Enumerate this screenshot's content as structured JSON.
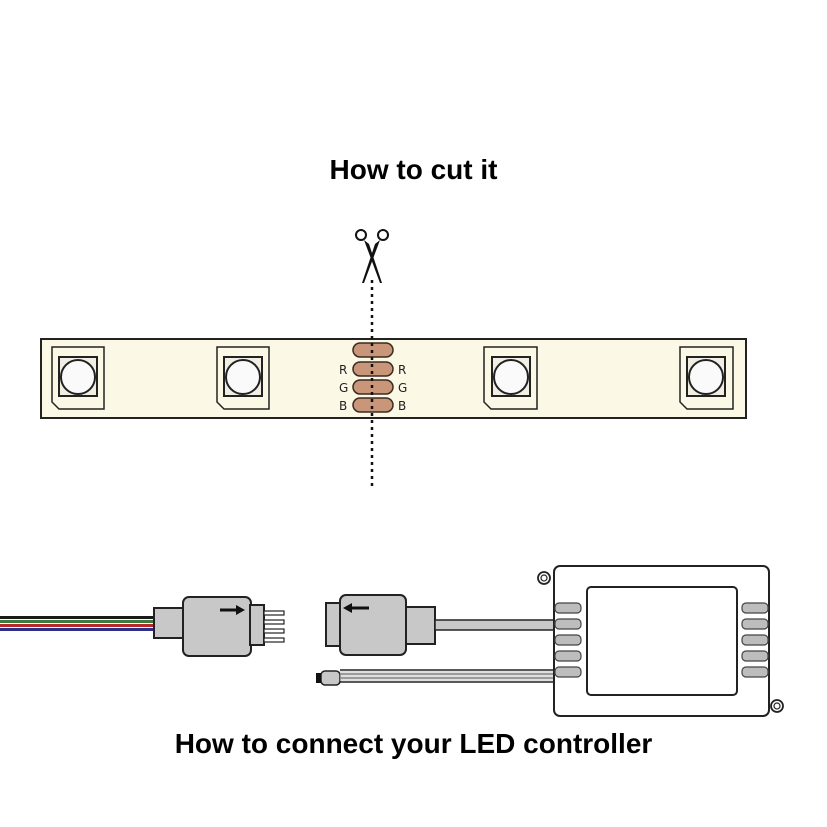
{
  "titles": {
    "cut": "How to cut it",
    "connect": "How to connect your LED controller"
  },
  "strip": {
    "pad_labels_left": [
      "R",
      "G",
      "B"
    ],
    "pad_labels_right": [
      "R",
      "G",
      "B"
    ],
    "led_count": 4,
    "colors": {
      "strip_fill": "#fbf8e6",
      "pad_fill": "#c9967a",
      "outline": "#222222"
    }
  },
  "cable": {
    "wire_colors": [
      "#1a1a1a",
      "#3d7a3d",
      "#b52a2a",
      "#2d2d8a"
    ]
  },
  "connector": {
    "fill": "#c8c8c8",
    "arrow_male": "→",
    "arrow_female": "←"
  },
  "controller": {
    "port_count_left": 5,
    "port_count_right": 5,
    "fill": "#ffffff",
    "port_fill": "#bdbdbd"
  },
  "icons": {
    "scissors": "scissors-icon"
  }
}
